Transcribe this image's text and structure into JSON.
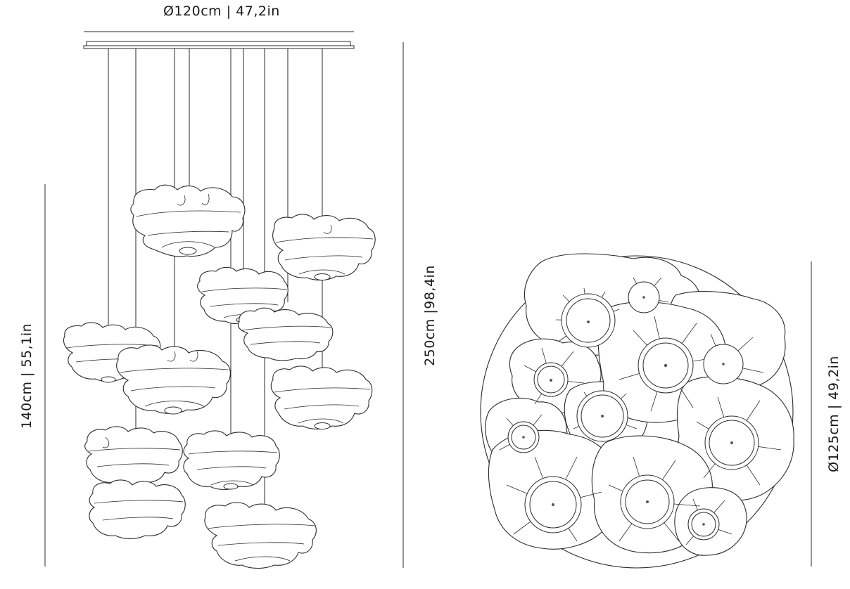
{
  "dimensions": {
    "top_width": "Ø120cm  |  47,2in",
    "left_height": "140cm  |  55,1in",
    "total_height": "250cm  |98,4in",
    "bottom_diameter": "Ø125cm  |  49,2in"
  }
}
